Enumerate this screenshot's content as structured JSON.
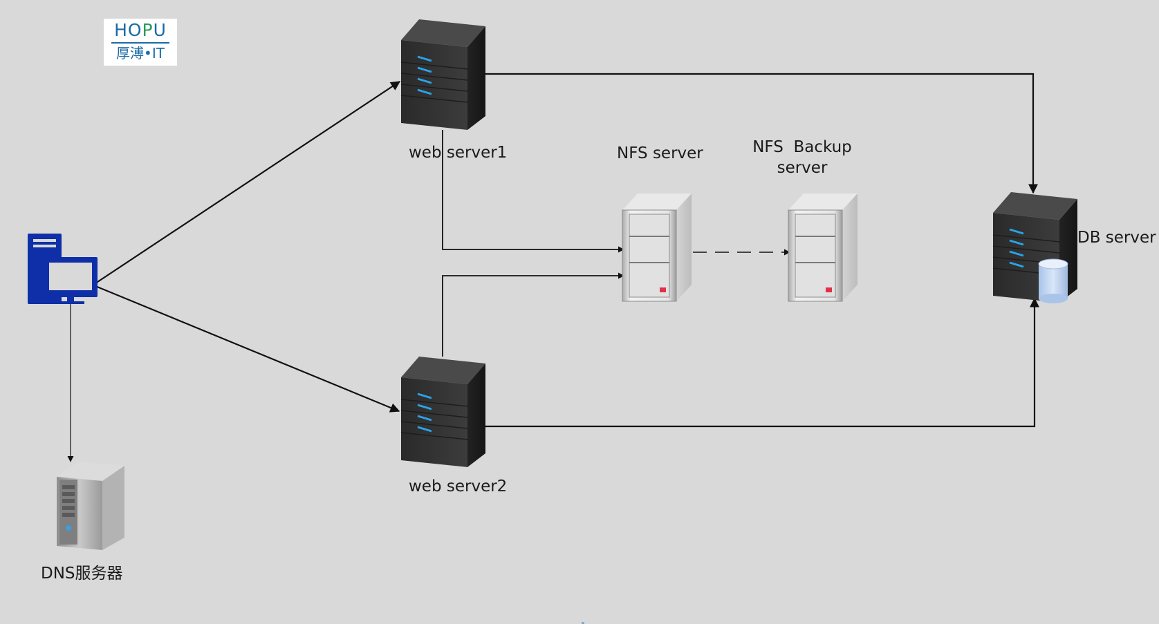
{
  "logo": {
    "top_text": "HOPU",
    "bottom_text": "厚溥•IT",
    "colors": {
      "blue": "#1a6aa6",
      "green": "#2a9a5a"
    }
  },
  "nodes": {
    "client": {
      "icon": "desktop-computer-icon",
      "color": "#0f2fa8"
    },
    "web_server1": {
      "label": "web server1",
      "icon": "dark-server-icon"
    },
    "web_server2": {
      "label": "web server2",
      "icon": "dark-server-icon"
    },
    "nfs_server": {
      "label": "NFS server",
      "icon": "gray-server-icon"
    },
    "nfs_backup": {
      "label_line1": "NFS  Backup",
      "label_line2": "server",
      "icon": "gray-server-icon"
    },
    "db_server": {
      "label": "DB server",
      "icon": "database-server-icon"
    },
    "dns_server": {
      "label": "DNS服务器",
      "icon": "dns-server-icon"
    }
  },
  "colors": {
    "background": "#d9d9d9",
    "line": "#111111",
    "server_led": "#2aa3e8",
    "nfs_indicator": "#e0314a"
  }
}
